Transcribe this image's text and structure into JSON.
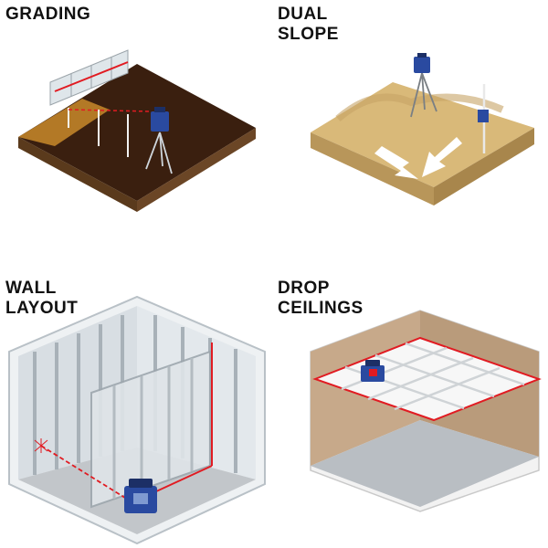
{
  "panels": [
    {
      "id": "grading",
      "label_lines": [
        "GRADING"
      ]
    },
    {
      "id": "dual-slope",
      "label_lines": [
        "DUAL",
        "SLOPE"
      ]
    },
    {
      "id": "wall-layout",
      "label_lines": [
        "WALL",
        "LAYOUT"
      ]
    },
    {
      "id": "drop-ceilings",
      "label_lines": [
        "DROP",
        "CEILINGS"
      ]
    }
  ],
  "colors": {
    "laser_red": "#e11b22",
    "dirt_dark": "#3a1f0f",
    "dirt_edge": "#5a3a1c",
    "sand": "#d9b979",
    "sand_dark": "#b8965a",
    "laser_blue": "#2a4aa0",
    "metal": "#cfd6dc",
    "floor_gray": "#b9bec3"
  },
  "icons": {
    "laser_device": "rotary-laser-icon",
    "tripod": "tripod-icon",
    "receiver_pole": "grade-rod-icon",
    "arrow": "slope-arrow-icon"
  }
}
